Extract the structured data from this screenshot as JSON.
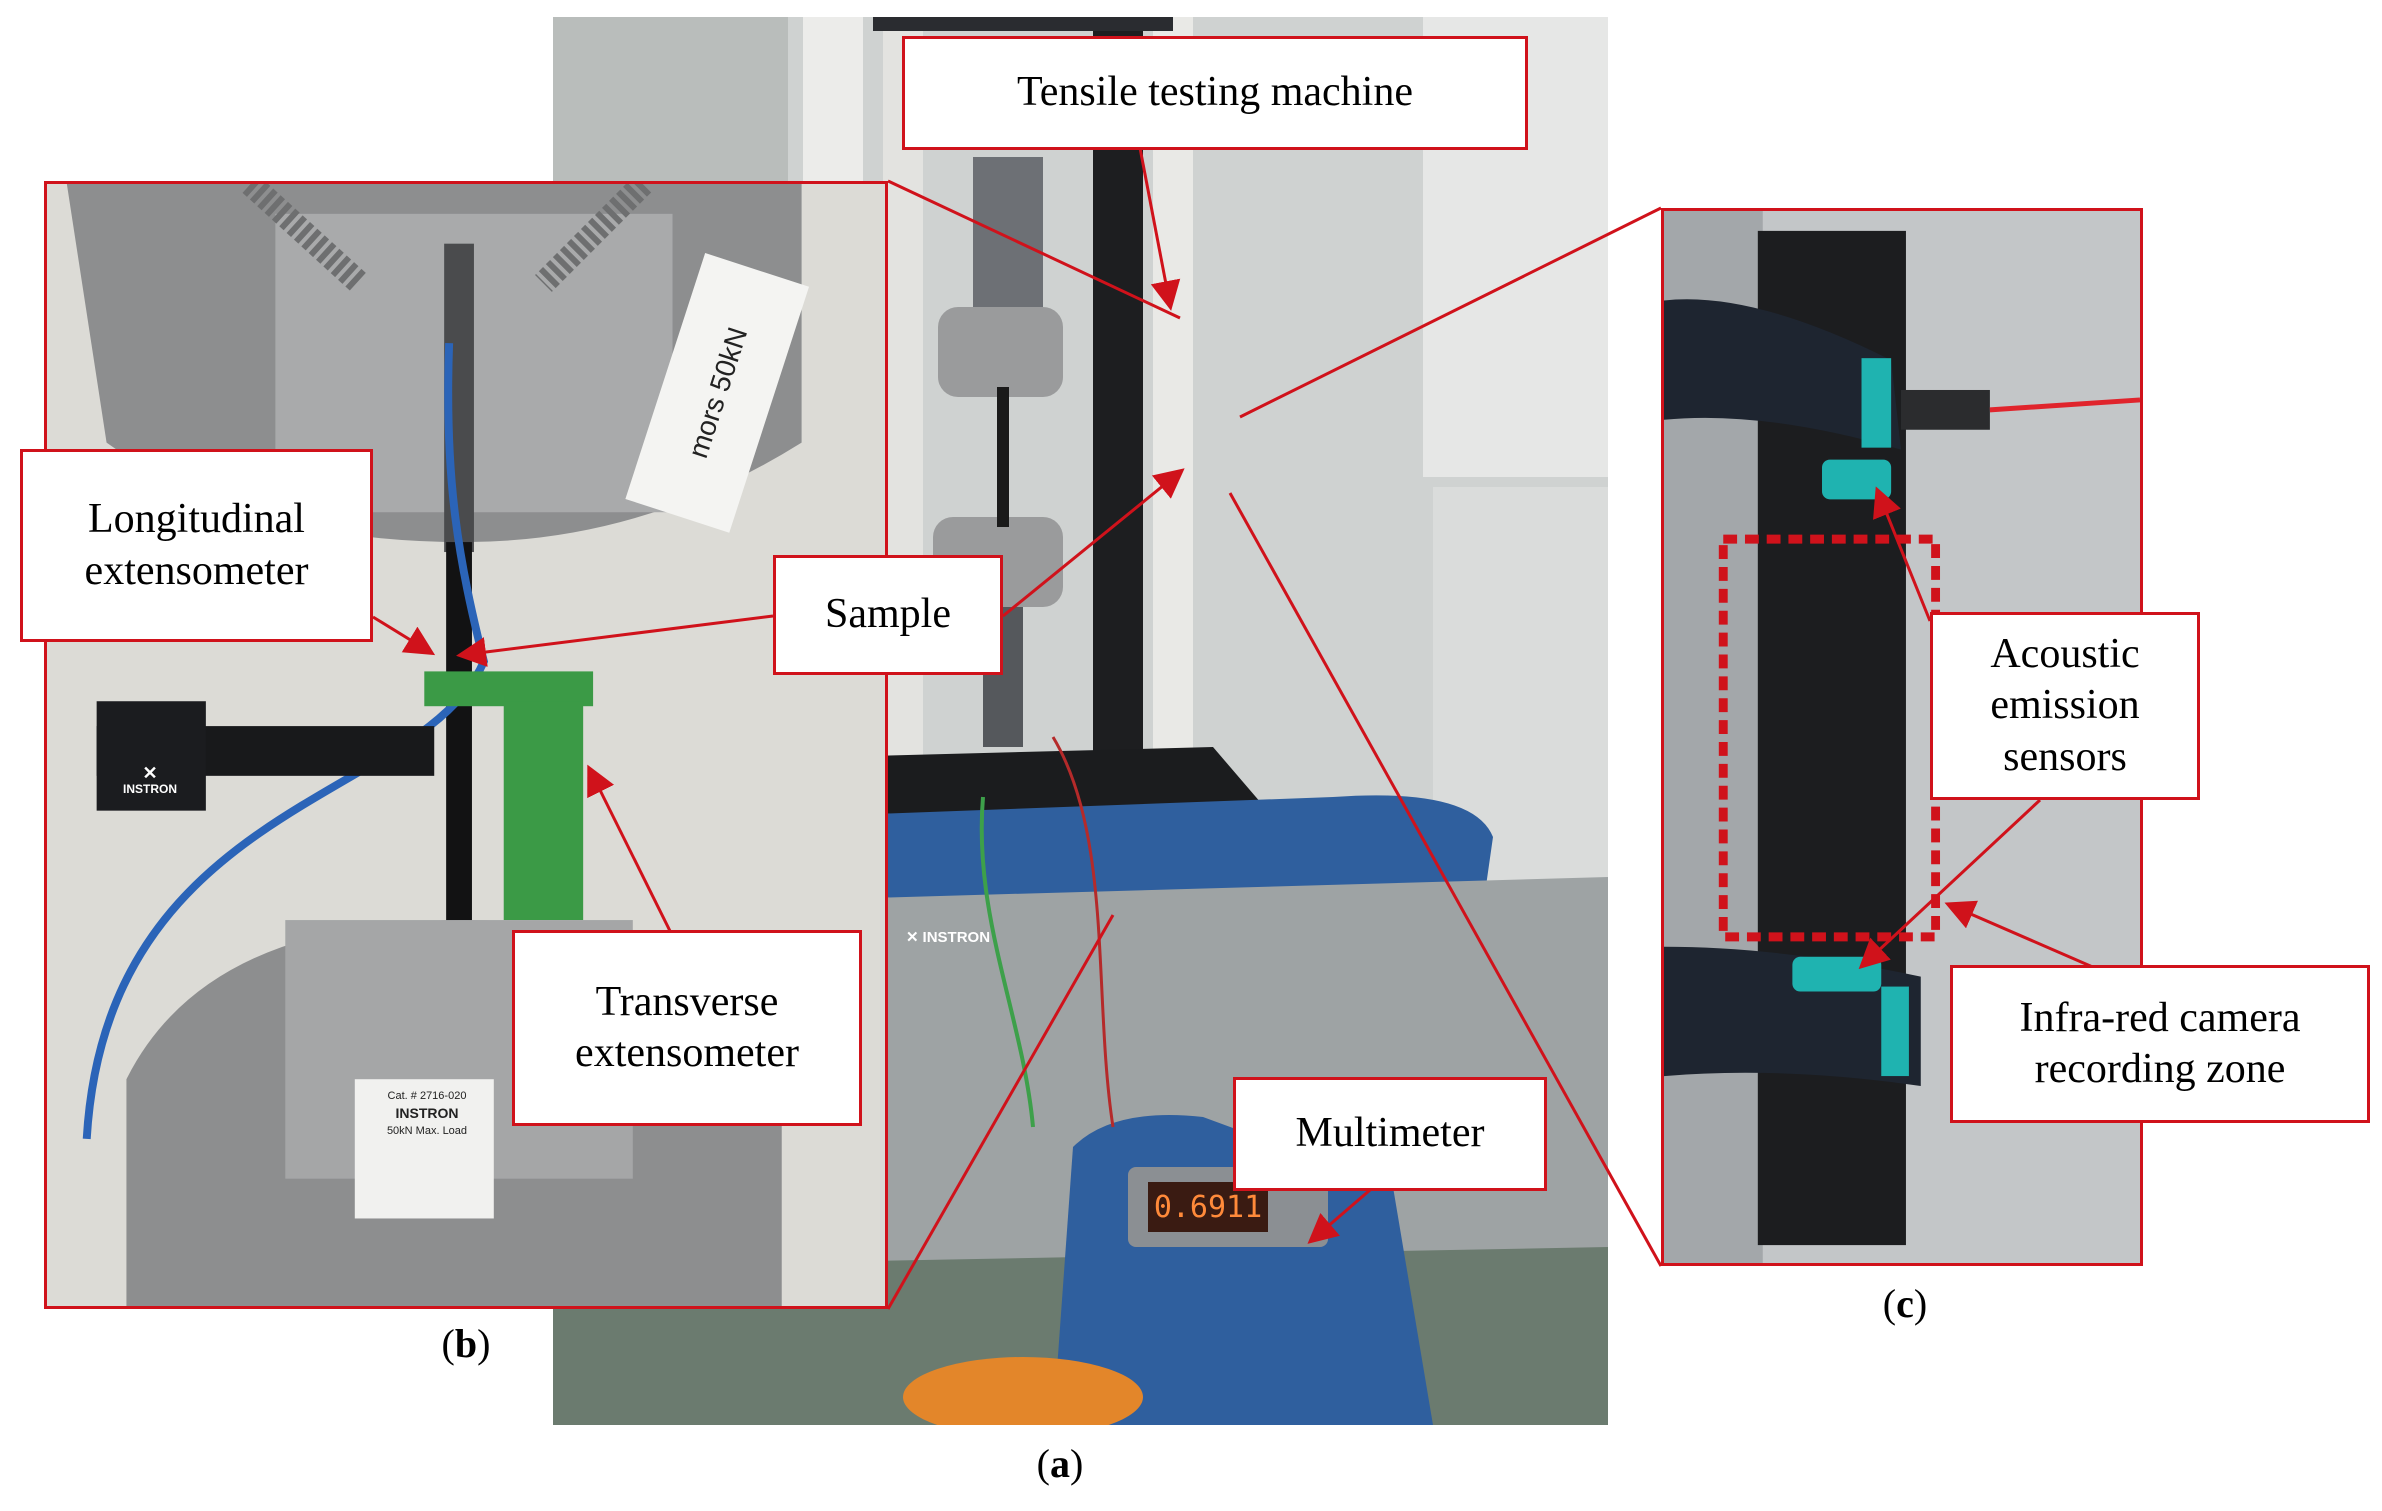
{
  "labels": {
    "tensile_testing_machine": "Tensile testing machine",
    "longitudinal_extensometer": "Longitudinal\nextensometer",
    "sample": "Sample",
    "transverse_extensometer": "Transverse\nextensometer",
    "multimeter": "Multimeter",
    "acoustic_emission_sensors": "Acoustic\nemission\nsensors",
    "infrared_zone": "Infra-red camera\nrecording zone"
  },
  "photo_text": {
    "grip_tag": "mors 50kN",
    "brand": "INSTRON",
    "grip_plate_cat": "Cat. # 2716-020",
    "grip_plate_load": "50kN  Max. Load",
    "multimeter_reading": "0.6911"
  },
  "panels": {
    "a": "a",
    "b": "b",
    "c": "c"
  },
  "colors": {
    "annotation_red": "#d0121b",
    "instron_blue": "#2f5f9e",
    "extensometer_green": "#3b9a46",
    "sensor_teal": "#1fb3b0"
  },
  "icons": [
    "instron-logo-icon",
    "acoustic-sensor-icon"
  ]
}
